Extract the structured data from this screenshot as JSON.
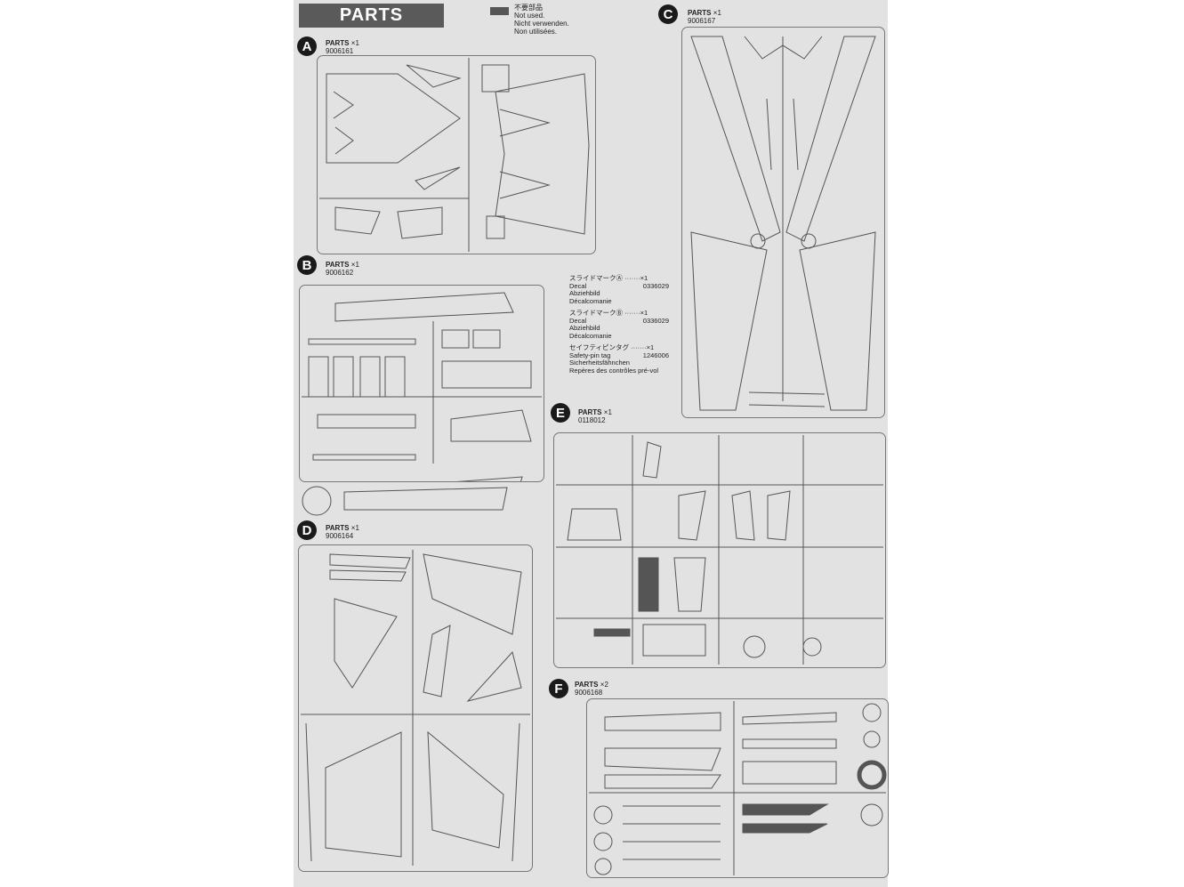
{
  "header": {
    "title": "PARTS"
  },
  "legend": {
    "swatch_color": "#555555",
    "lines": [
      "不要部品",
      "Not used.",
      "Nicht verwenden.",
      "Non utilisées."
    ]
  },
  "sprues": [
    {
      "letter": "A",
      "label": "PARTS",
      "qty": "×1",
      "code": "9006161"
    },
    {
      "letter": "B",
      "label": "PARTS",
      "qty": "×1",
      "code": "9006162"
    },
    {
      "letter": "C",
      "label": "PARTS",
      "qty": "×1",
      "code": "9006167"
    },
    {
      "letter": "D",
      "label": "PARTS",
      "qty": "×1",
      "code": "9006164"
    },
    {
      "letter": "E",
      "label": "PARTS",
      "qty": "×1",
      "code": "0118012"
    },
    {
      "letter": "F",
      "label": "PARTS",
      "qty": "×2",
      "code": "9006168"
    }
  ],
  "extras": [
    {
      "jp": "スライドマークⒶ ·······×1",
      "lines": [
        "Decal",
        "Abziehbild",
        "Décalcomanie"
      ],
      "code": "0336029"
    },
    {
      "jp": "スライドマークⒷ ·······×1",
      "lines": [
        "Decal",
        "Abziehbild",
        "Décalcomanie"
      ],
      "code": "0336029"
    },
    {
      "jp": "セイフティピンタグ ·······×1",
      "lines": [
        "Safety-pin tag",
        "Sicherheitsfähnchen",
        "Repères des contrôles pré-vol"
      ],
      "code": "1246006"
    }
  ]
}
